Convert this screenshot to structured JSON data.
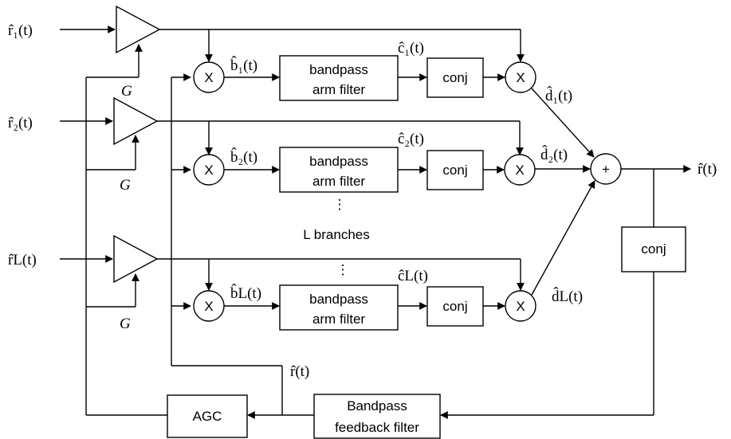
{
  "inputs": {
    "r1": "r̂₁(t)",
    "r2": "r̂₂(t)",
    "rL": "r̂L(t)"
  },
  "gain": "G",
  "mixer": "X",
  "summer": "+",
  "branch1": {
    "b": "b̂₁(t)",
    "c": "ĉ₁(t)",
    "d": "d̂₁(t)"
  },
  "branch2": {
    "b": "b̂₂(t)",
    "c": "ĉ₂(t)",
    "d": "d̂₂(t)"
  },
  "branchL": {
    "b": "b̂L(t)",
    "c": "ĉL(t)",
    "d": "d̂L(t)"
  },
  "filter_line1": "bandpass",
  "filter_line2": "arm filter",
  "conj": "conj",
  "ellipsis": "⋮",
  "l_branches": "L branches",
  "output": "r̂(t)",
  "feedback_label": "r̂(t)",
  "agc": "AGC",
  "fb_filter_line1": "Bandpass",
  "fb_filter_line2": "feedback filter"
}
